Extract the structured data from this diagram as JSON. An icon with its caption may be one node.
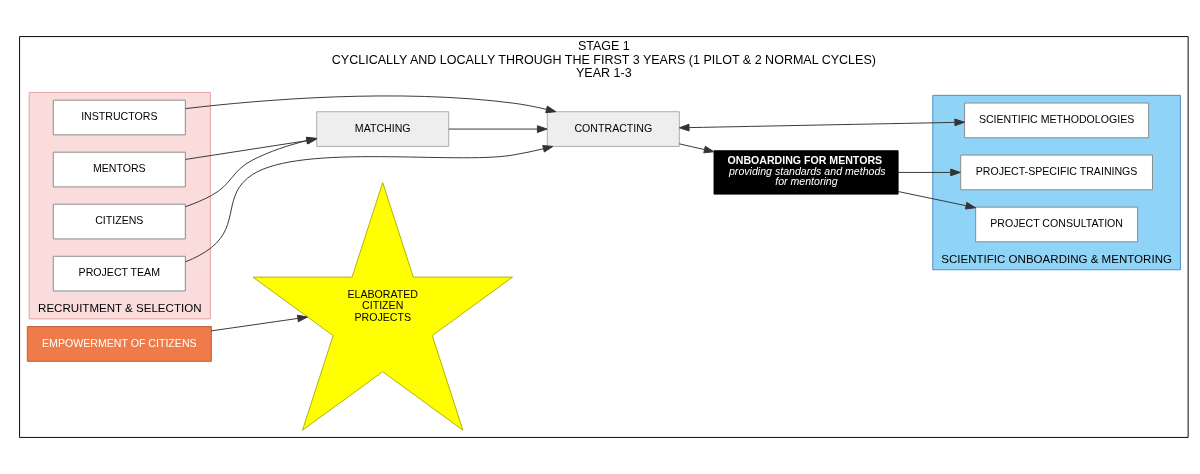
{
  "diagram": {
    "nodes": [
      {
        "text": [
          "STAGE 1",
          "CYCLICALLY AND LOCALLY THROUGH THE FIRST 3 YEARS (1 PILOT & 2 NORMAL CYCLES)",
          "YEAR 1-3"
        ]
      },
      {
        "text": [
          "RECRUITMENT & SELECTION"
        ],
        "in": 0
      },
      {
        "text": [
          "PROJECT TEAM"
        ],
        "in": 1
      },
      {
        "text": [
          "CITIZENS"
        ],
        "in": 1
      },
      {
        "text": [
          "MENTORS"
        ],
        "in": 1
      },
      {
        "text": [
          "INSTRUCTORS"
        ],
        "in": 1
      },
      {
        "text": [
          "MATCHING"
        ],
        "in": 0
      },
      {
        "text": [
          "CONTRACTING"
        ],
        "in": 0
      },
      {
        "text": [
          "ONBOARDING FOR MENTORS",
          "providing standards and methods for mentoring"
        ],
        "in": 0
      },
      {
        "text": [
          "SCIENTIFIC ONBOARDING & MENTORING"
        ],
        "in": 0
      },
      {
        "text": [
          "SCIENTIFIC METHODOLOGIES"
        ],
        "in": 9
      },
      {
        "text": [
          "PROJECT CONSULTATION"
        ],
        "in": 9
      },
      {
        "text": [
          "PROJECT-SPECIFIC TRAININGS"
        ],
        "in": 9
      },
      {
        "text": [
          "EMPOWERMENT OF CITIZENS"
        ],
        "in": 0
      },
      {
        "text": [
          "ELABORATED CITIZEN PROJECTS"
        ],
        "in": 0
      }
    ],
    "edges": [
      {
        "from": 2,
        "to": 7,
        "arrow": "to"
      },
      {
        "from": 3,
        "to": 6,
        "arrow": "to"
      },
      {
        "from": 4,
        "to": 6,
        "arrow": "to"
      },
      {
        "from": 5,
        "to": 7,
        "arrow": "to"
      },
      {
        "from": 6,
        "to": 7,
        "arrow": "to"
      },
      {
        "from": 7,
        "to": 8,
        "arrow": "to"
      },
      {
        "from": 7,
        "to": 10,
        "arrow": "both"
      },
      {
        "from": 8,
        "to": 11,
        "arrow": "to"
      },
      {
        "from": 8,
        "to": 12,
        "arrow": "to"
      },
      {
        "from": 13,
        "to": 14,
        "arrow": "to"
      }
    ]
  }
}
